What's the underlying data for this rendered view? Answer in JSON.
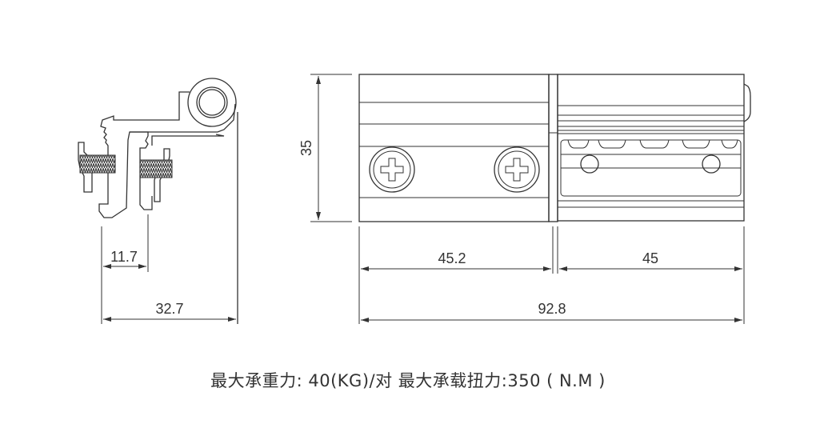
{
  "dimensions": {
    "side_inner_width": "11.7",
    "side_total_width": "32.7",
    "height": "35",
    "left_leaf_length": "45.2",
    "right_leaf_length": "45",
    "total_length": "92.8"
  },
  "caption": "最大承重力: 40(KG)/对 最大承载扭力:350 ( N.M )"
}
